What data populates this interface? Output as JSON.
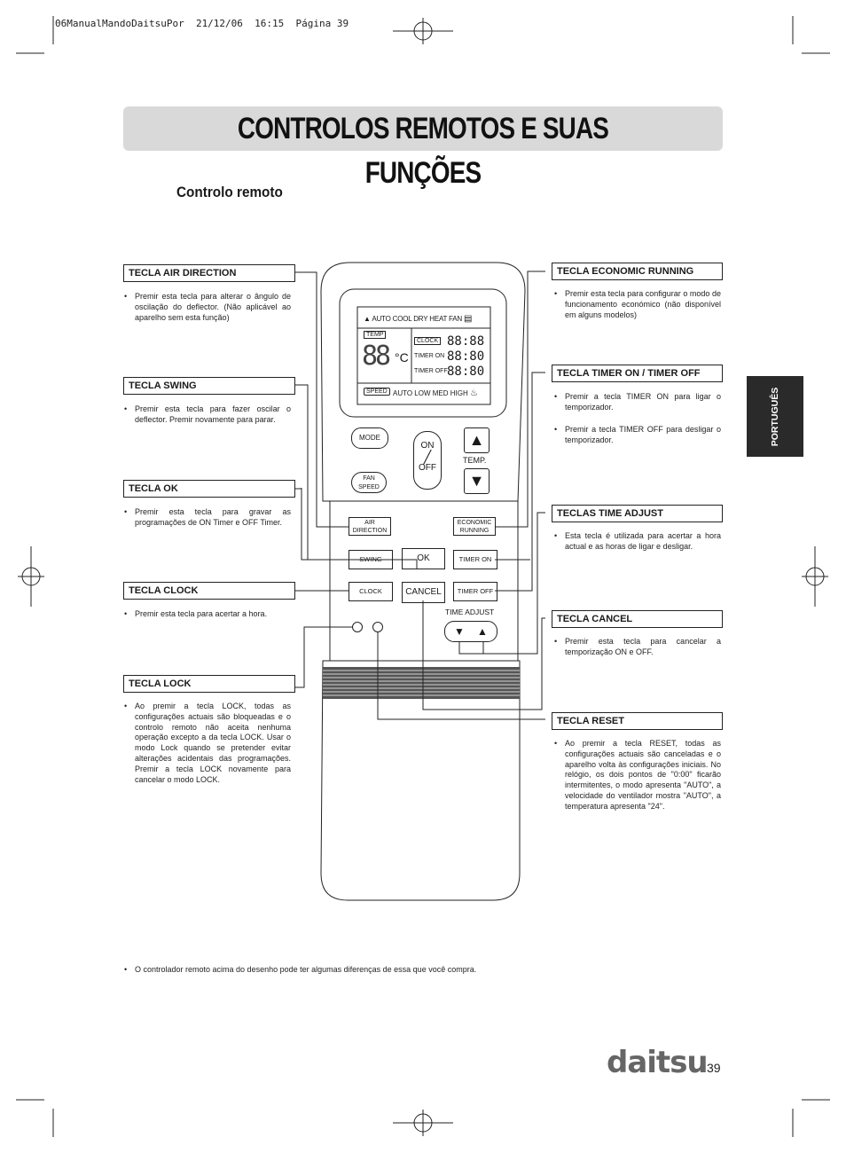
{
  "print_header": "06ManualMandoDaitsuPor  21/12/06  16:15  Página 39",
  "title": "CONTROLOS REMOTOS E SUAS FUNÇÕES",
  "subtitle": "Controlo remoto",
  "side_tab": "PORTUGUÊS",
  "callouts": [
    {
      "label": "TECLA AIR DIRECTION",
      "desc": "Premir esta tecla para alterar o ângulo de oscilação do deflector. (Não aplicável ao aparelho sem esta função)"
    },
    {
      "label": "TECLA SWING",
      "desc": "Premir esta tecla para fazer oscilar o deflector. Premir novamente para parar."
    },
    {
      "label": "TECLA OK",
      "desc": "Premir esta tecla para gravar as programações de ON Timer e OFF Timer."
    },
    {
      "label": "TECLA CLOCK",
      "desc": "Premir esta tecla para acertar a hora."
    },
    {
      "label": "TECLA LOCK",
      "desc": "Ao premir a tecla LOCK, todas as configurações actuais são bloqueadas e o controlo remoto não aceita nenhuma operação excepto a da tecla LOCK. Usar o modo Lock quando se pretender evitar alterações acidentais das programações. Premir a tecla LOCK novamente para cancelar o modo LOCK."
    },
    {
      "label": "TECLA ECONOMIC RUNNING",
      "desc": "Premir esta tecla para configurar o modo de funcionamento económico (não disponível em alguns modelos)"
    },
    {
      "label": "TECLA TIMER ON / TIMER OFF",
      "desc": "Premir a tecla TIMER ON para ligar o temporizador.",
      "desc2": "Premir a tecla TIMER OFF para desligar o temporizador."
    },
    {
      "label": "TECLAS TIME ADJUST",
      "desc": "Esta tecla é utilizada para acertar a hora actual e as horas de ligar e desligar."
    },
    {
      "label": "TECLA CANCEL",
      "desc": "Premir esta tecla para cancelar a temporização ON e OFF."
    },
    {
      "label": "TECLA RESET",
      "desc": "Ao premir a tecla RESET, todas as configurações actuais são canceladas e o aparelho volta às configurações iniciais. No relógio, os dois pontos de \"0:00\" ficarão intermitentes, o modo apresenta \"AUTO\", a velocidade do ventilador mostra \"AUTO\", a temperatura apresenta \"24\"."
    }
  ],
  "remote": {
    "display_modes": "AUTO COOL DRY HEAT FAN",
    "temp_tag": "TEMP",
    "temp_digits": "88",
    "temp_unit": "°C",
    "clock_tag": "CLOCK",
    "timer_on_tag": "TIMER ON",
    "timer_off_tag": "TIMER OFF",
    "clock_digits": "88:88",
    "timer_on_digits": "88:80",
    "timer_off_digits": "88:80",
    "speed_tag": "SPEED",
    "speed_modes": "AUTO LOW MED HIGH",
    "mode": "MODE",
    "fan_speed_1": "FAN",
    "fan_speed_2": "SPEED",
    "on": "ON",
    "off": "OFF",
    "temp_label": "TEMP.",
    "air_direction_1": "AIR",
    "air_direction_2": "DIRECTION",
    "economic_1": "ECONOMIC",
    "economic_2": "RUNNING",
    "swing": "SWING",
    "ok": "OK",
    "timer_on": "TIMER ON",
    "clock": "CLOCK",
    "cancel": "CANCEL",
    "timer_off": "TIMER OFF",
    "time_adjust": "TIME ADJUST",
    "down_arrow": "▼",
    "up_arrow": "▲"
  },
  "footnote": "O controlador remoto acima do desenho pode ter algumas diferenças de essa que você compra.",
  "bullet": "•",
  "page_number": "39",
  "brand": "daitsu"
}
